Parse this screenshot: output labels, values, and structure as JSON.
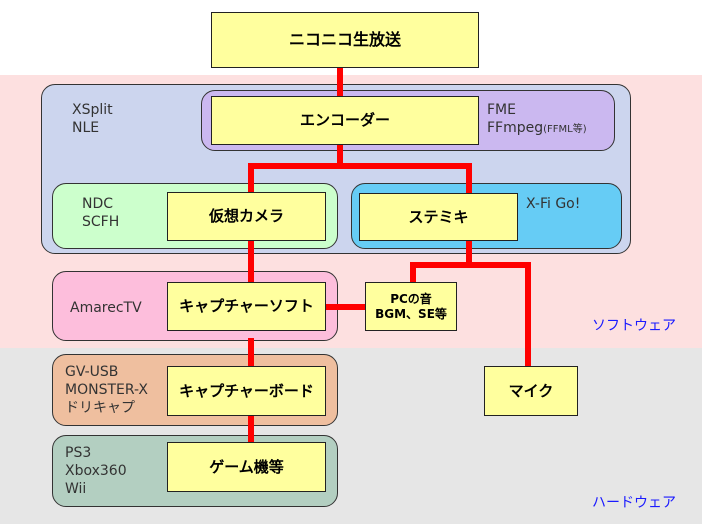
{
  "zones": {
    "software": "ソフトウェア",
    "hardware": "ハードウェア"
  },
  "nodes": {
    "niconico": "ニコニコ生放送",
    "encoder": "エンコーダー",
    "virtual_camera": "仮想カメラ",
    "stereo_mix": "ステミキ",
    "capture_software": "キャプチャーソフト",
    "pc_audio": "PCの音\nBGM、SE等",
    "capture_board": "キャプチャーボード",
    "mic": "マイク",
    "game_console": "ゲーム機等"
  },
  "groups": {
    "xsplit": "XSplit\nNLE",
    "fme": "FME\nFFmpeg",
    "fme_note": "(FFML等)",
    "ndc": "NDC\nSCFH",
    "xfi": "X-Fi Go!",
    "amarec": "AmarecTV",
    "capture_hw": "GV-USB\nMONSTER-X\nドリキャプ",
    "consoles": "PS3\nXbox360\nWii"
  },
  "colors": {
    "connector": "#ff0000",
    "node_fill": "#ffff9e",
    "software_band": "#fde0e0",
    "hardware_band": "#e6e6e6"
  }
}
